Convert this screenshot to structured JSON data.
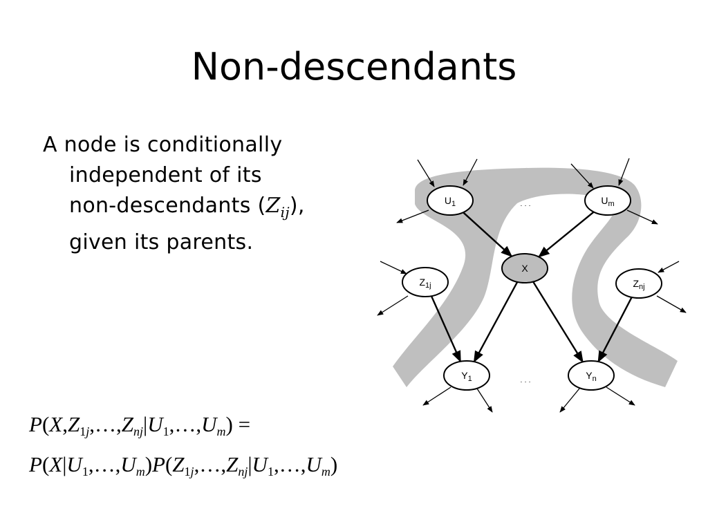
{
  "slide": {
    "title": "Non-descendants",
    "body": {
      "line1": "A node is conditionally",
      "line2": "independent of its",
      "line3_pre": "non-descendants (",
      "line3_var": "Z",
      "line3_sub": "ij",
      "line3_post": "),",
      "line4": "given its parents."
    }
  },
  "diagram": {
    "nodes": [
      {
        "id": "U1",
        "label": "U",
        "sub": "1",
        "shaded": false
      },
      {
        "id": "Um",
        "label": "U",
        "sub": "m",
        "shaded": false
      },
      {
        "id": "X",
        "label": "X",
        "sub": "",
        "shaded": true
      },
      {
        "id": "Z1j",
        "label": "Z",
        "sub": "1j",
        "shaded": false
      },
      {
        "id": "Znj",
        "label": "Z",
        "sub": "nj",
        "shaded": false
      },
      {
        "id": "Y1",
        "label": "Y",
        "sub": "1",
        "shaded": false
      },
      {
        "id": "Yn",
        "label": "Y",
        "sub": "n",
        "shaded": false
      }
    ],
    "edges": [
      [
        "U1",
        "X"
      ],
      [
        "Um",
        "X"
      ],
      [
        "X",
        "Y1"
      ],
      [
        "X",
        "Yn"
      ],
      [
        "Z1j",
        "Y1"
      ],
      [
        "Znj",
        "Yn"
      ]
    ],
    "ellipsis": "· · ·"
  },
  "equation": {
    "line1": {
      "lhs": "P(X,Z1j,…,Znj|U1,…,Um)",
      "rhs": "="
    },
    "line2": {
      "factor1": "P(X|U1,…,Um)",
      "factor2": "P(Z1j,…,Znj|U1,…,Um)"
    }
  }
}
